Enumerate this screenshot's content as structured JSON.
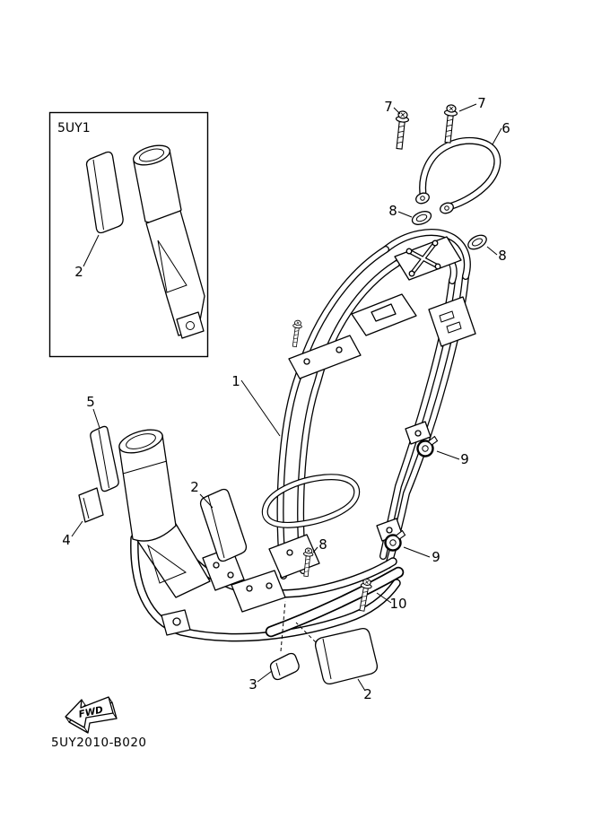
{
  "diagram": {
    "inset_label": "5UY1",
    "part_code": "5UY2010-B020",
    "fwd_label": "FWD",
    "colors": {
      "background": "#ffffff",
      "line": "#000000"
    },
    "callouts": [
      {
        "ref": "7"
      },
      {
        "ref": "7"
      },
      {
        "ref": "6"
      },
      {
        "ref": "8"
      },
      {
        "ref": "8"
      },
      {
        "ref": "1"
      },
      {
        "ref": "5"
      },
      {
        "ref": "9"
      },
      {
        "ref": "2"
      },
      {
        "ref": "4"
      },
      {
        "ref": "8"
      },
      {
        "ref": "9"
      },
      {
        "ref": "10"
      },
      {
        "ref": "3"
      },
      {
        "ref": "2"
      },
      {
        "ref": "2"
      }
    ]
  }
}
